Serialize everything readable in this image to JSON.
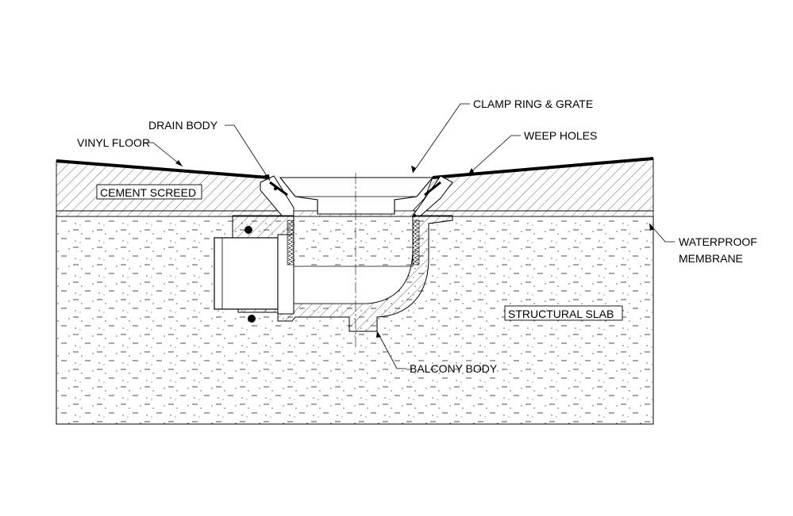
{
  "labels": {
    "clamp_ring": "CLAMP RING & GRATE",
    "drain_body": "DRAIN BODY",
    "weep_holes": "WEEP HOLES",
    "vinyl_floor": "VINYL FLOOR",
    "cement_screed": "CEMENT SCREED",
    "waterproof_line1": "WATERPROOF",
    "waterproof_line2": "MEMBRANE",
    "structural_slab": "STRUCTURAL SLAB",
    "balcony_body": "BALCONY BODY"
  },
  "colors": {
    "line": "#000000",
    "background": "#ffffff"
  }
}
